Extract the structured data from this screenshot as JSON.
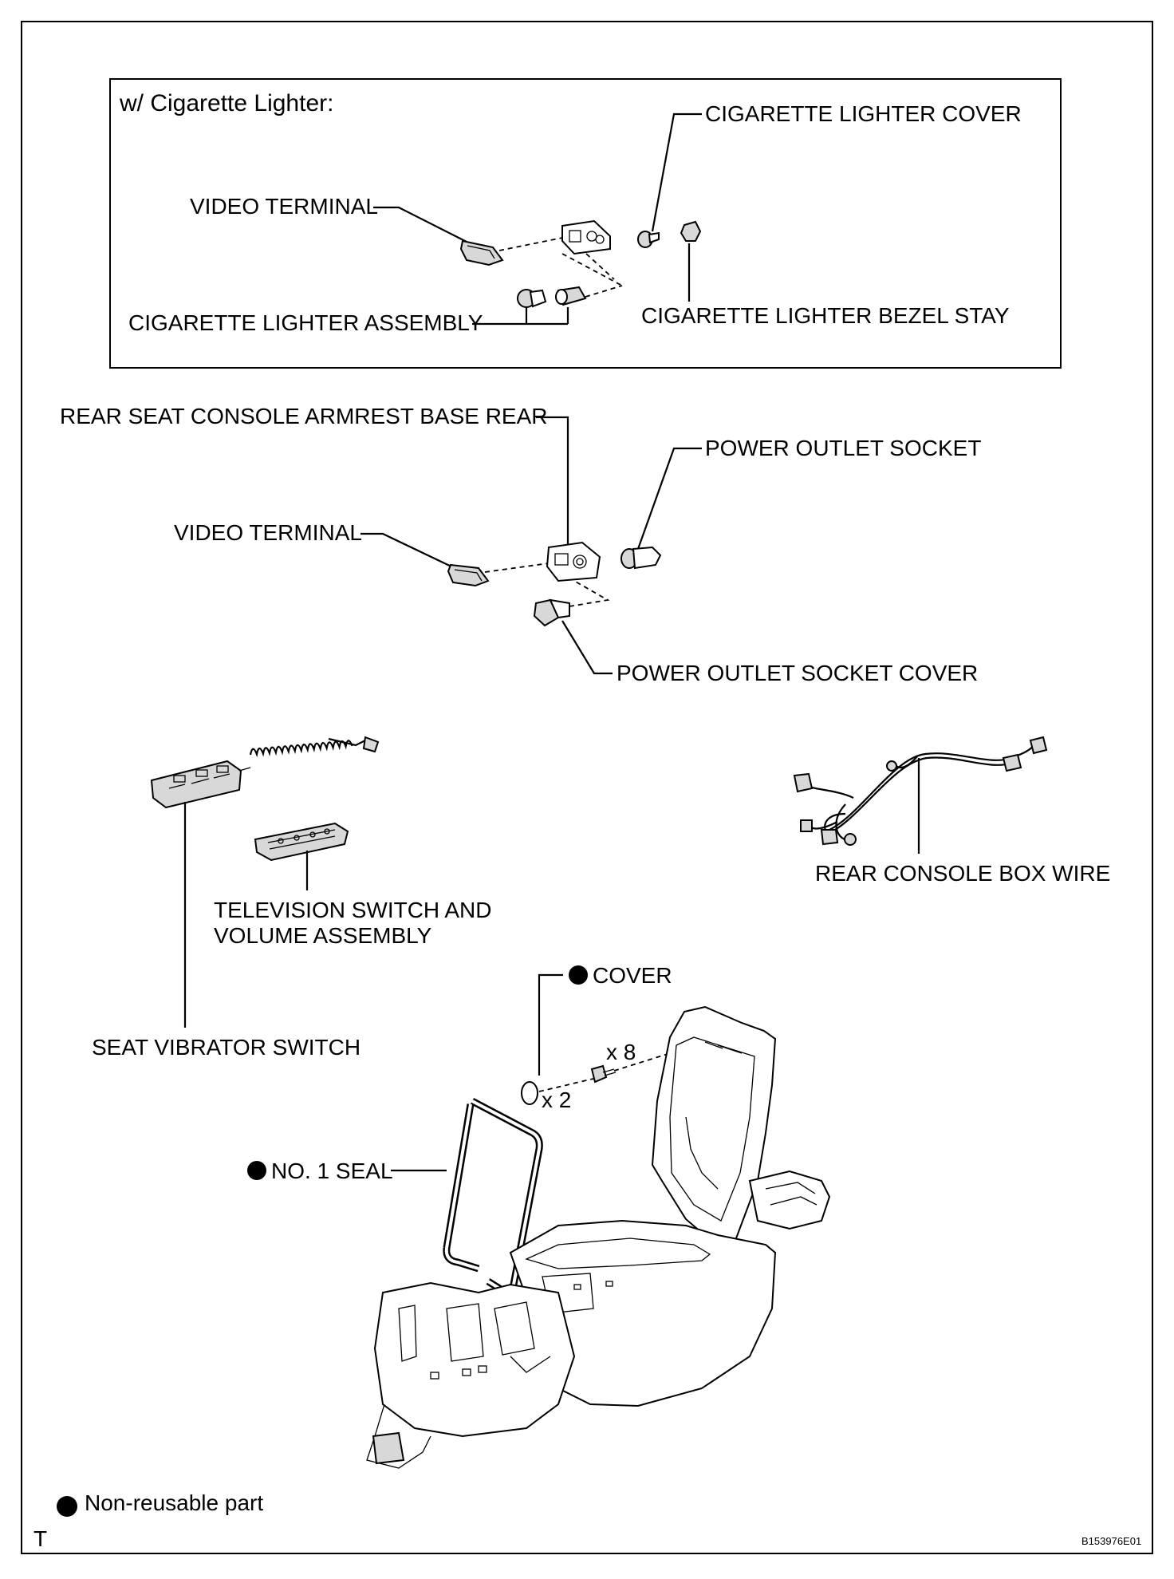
{
  "diagram": {
    "inset_title": "w/ Cigarette Lighter:",
    "labels": {
      "cigarette_lighter_cover": "CIGARETTE LIGHTER COVER",
      "video_terminal_top": "VIDEO TERMINAL",
      "cigarette_lighter_assembly": "CIGARETTE LIGHTER ASSEMBLY",
      "cigarette_lighter_bezel_stay": "CIGARETTE LIGHTER BEZEL STAY",
      "rear_seat_console_armrest_base_rear": "REAR SEAT CONSOLE ARMREST BASE REAR",
      "power_outlet_socket": "POWER OUTLET SOCKET",
      "video_terminal_mid": "VIDEO TERMINAL",
      "power_outlet_socket_cover": "POWER OUTLET SOCKET COVER",
      "rear_console_box_wire": "REAR CONSOLE BOX WIRE",
      "television_switch_line1": "TELEVISION SWITCH AND",
      "television_switch_line2": "VOLUME ASSEMBLY",
      "cover": "COVER",
      "seat_vibrator_switch": "SEAT VIBRATOR SWITCH",
      "no1_seal": "NO. 1 SEAL",
      "qty_x8": "x 8",
      "qty_x2": "x 2"
    },
    "legend": {
      "text": "Non-reusable part"
    },
    "corner_mark": "T",
    "figure_code": "B153976E01"
  }
}
